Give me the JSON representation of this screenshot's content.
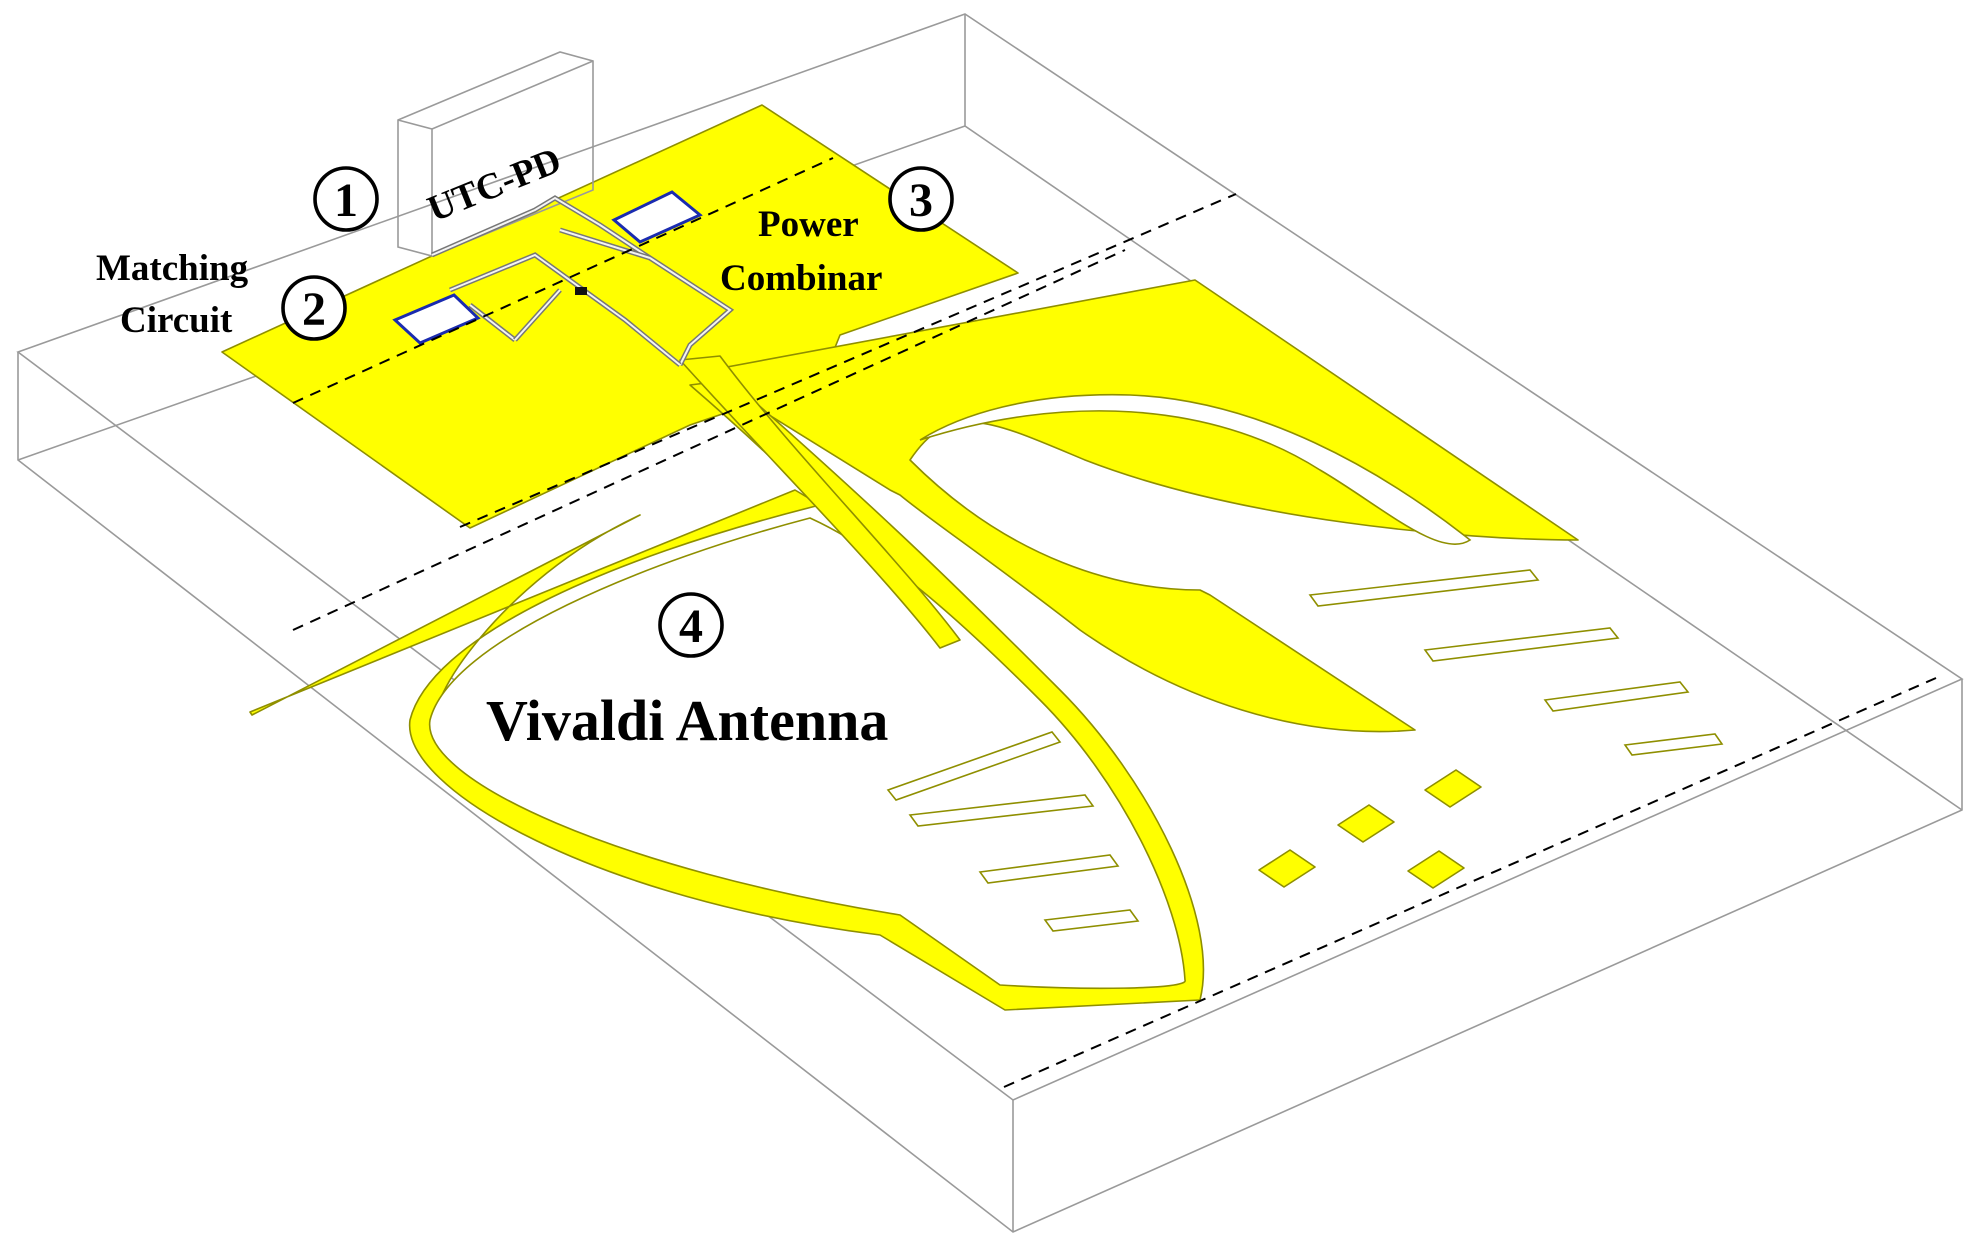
{
  "labels": {
    "utc_pd": "UTC-PD",
    "matching_line1": "Matching",
    "matching_line2": "Circuit",
    "power_line1": "Power",
    "power_line2": "Combinar",
    "antenna": "Vivaldi Antenna"
  },
  "markers": {
    "m1": "1",
    "m2": "2",
    "m3": "3",
    "m4": "4"
  },
  "colors": {
    "metal": "#ffff00",
    "metal_edge": "#8f8f00",
    "substrate_edge": "#9a9a9a",
    "pad_outline": "#1a2bb0",
    "background": "#ffffff"
  }
}
